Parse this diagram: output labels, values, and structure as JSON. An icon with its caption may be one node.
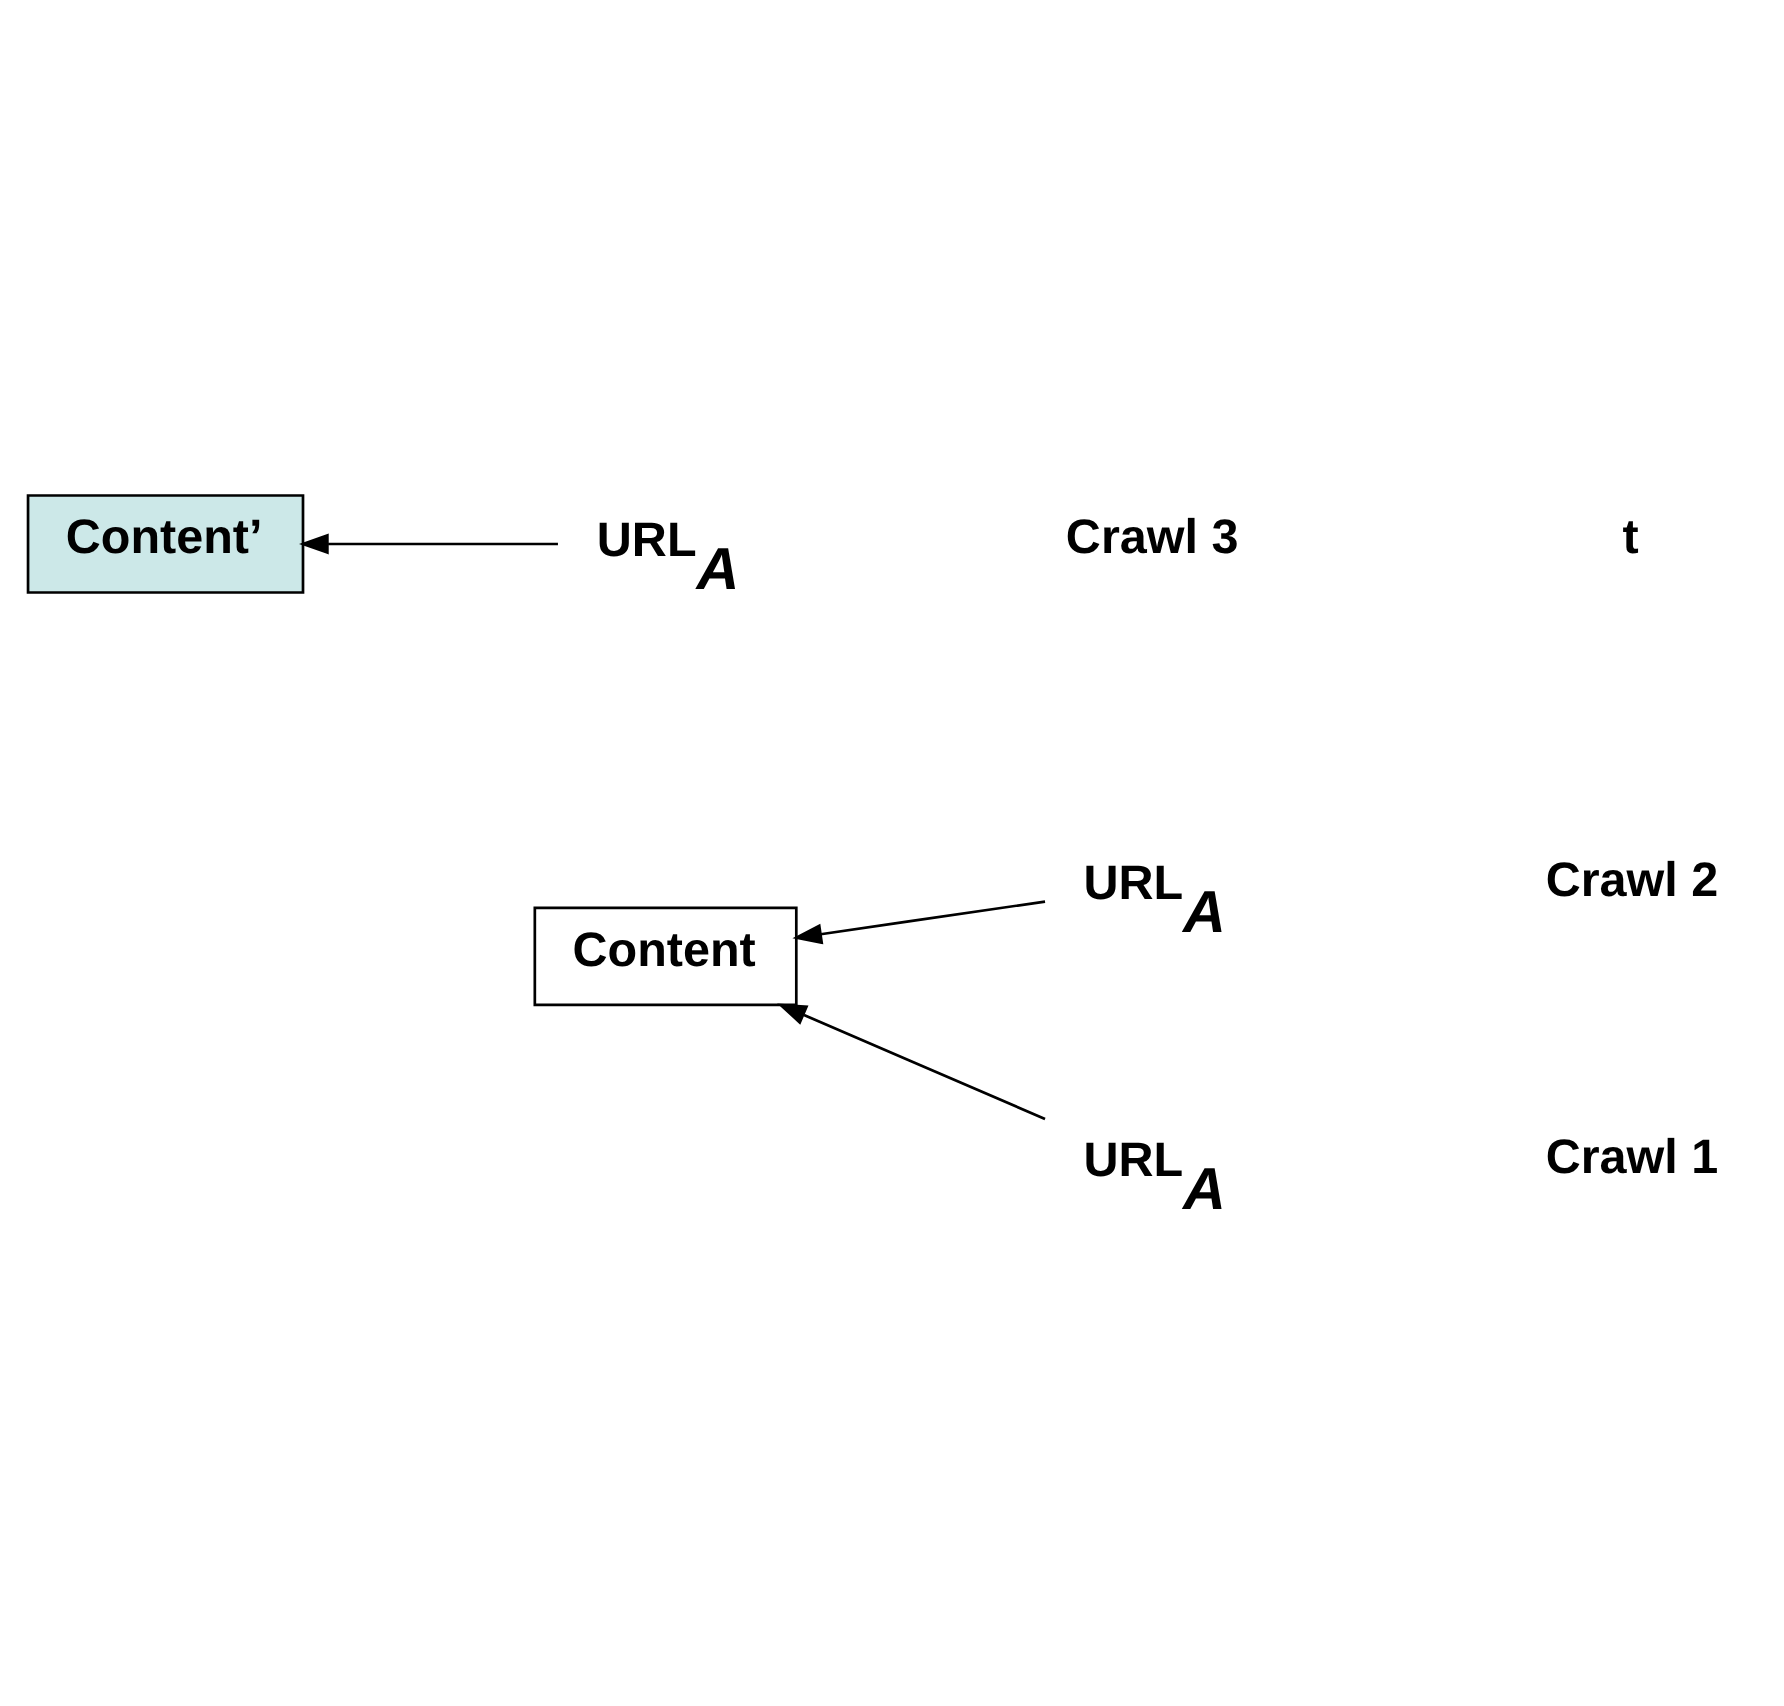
{
  "diagram": {
    "nodes": [
      {
        "text": [
          "URL$_{A}$"
        ]
      },
      {
        "text": [
          "Content"
        ]
      },
      {
        "text": [
          "URL$_{A}$"
        ]
      },
      {
        "text": [
          "Content’"
        ]
      },
      {
        "text": [
          "URL$_{A}$"
        ]
      }
    ],
    "edges": [
      {
        "from": 0,
        "to": 1,
        "arrow": "to"
      },
      {
        "from": 2,
        "to": 1,
        "arrow": "to"
      },
      {
        "from": 4,
        "to": 3,
        "arrow": "to"
      }
    ],
    "labels": [
      "Crawl 1",
      "Crawl 2",
      "Crawl 3",
      "t"
    ]
  }
}
